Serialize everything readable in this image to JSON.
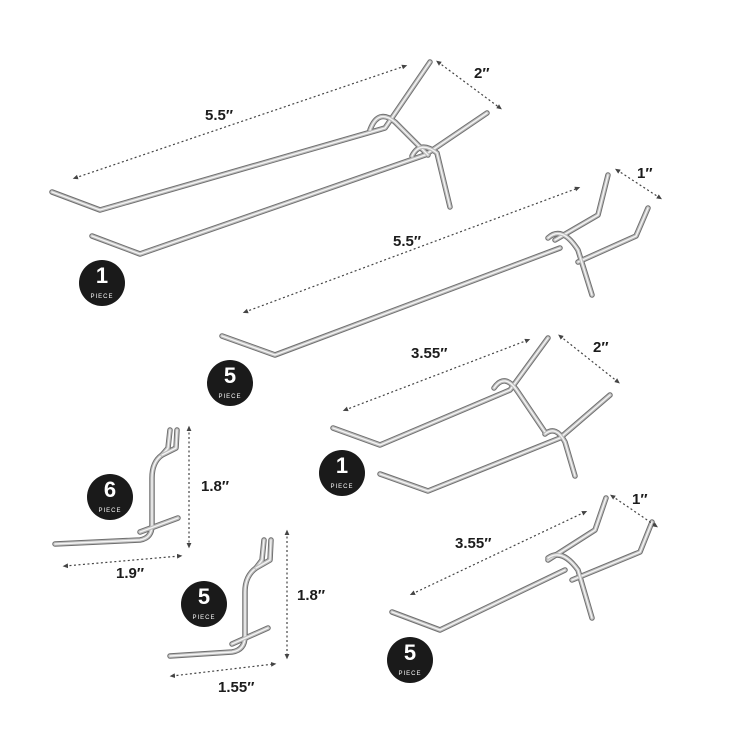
{
  "colors": {
    "badge": "#1a1a1a",
    "wire_dark": "#6f6f6f",
    "wire_mid": "#bdbdbd",
    "wire_light": "#f4f4f4",
    "dim_line": "#444444",
    "background": "#ffffff"
  },
  "badge_caption": "PIECE",
  "hooks": [
    {
      "name": "double-hook-5-5",
      "count": "1",
      "length": "5.5″",
      "width": "2″"
    },
    {
      "name": "single-hook-5-5",
      "count": "5",
      "length": "5.5″",
      "width": "1″"
    },
    {
      "name": "double-hook-3-55",
      "count": "1",
      "length": "3.55″",
      "width": "2″"
    },
    {
      "name": "single-hook-3-55",
      "count": "5",
      "length": "3.55″",
      "width": "1″"
    },
    {
      "name": "l-hook-1-9",
      "count": "6",
      "length": "1.9″",
      "height": "1.8″"
    },
    {
      "name": "l-hook-1-55",
      "count": "5",
      "length": "1.55″",
      "height": "1.8″"
    }
  ]
}
